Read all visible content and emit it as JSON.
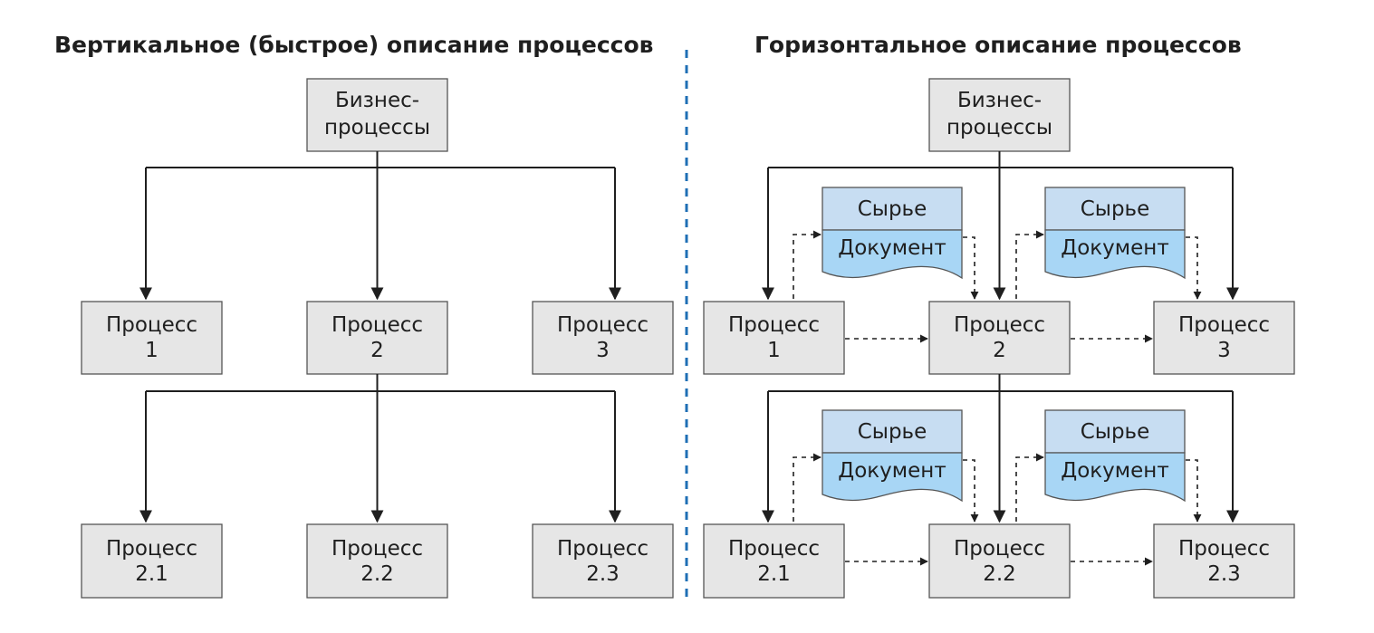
{
  "left": {
    "title": "Вертикальное (быстрое) описание процессов",
    "root": [
      "Бизнес-",
      "процессы"
    ],
    "level1": [
      [
        "Процесс",
        "1"
      ],
      [
        "Процесс",
        "2"
      ],
      [
        "Процесс",
        "3"
      ]
    ],
    "level2": [
      [
        "Процесс",
        "2.1"
      ],
      [
        "Процесс",
        "2.2"
      ],
      [
        "Процесс",
        "2.3"
      ]
    ]
  },
  "right": {
    "title": "Горизонтальное описание процессов",
    "root": [
      "Бизнес-",
      "процессы"
    ],
    "row1": [
      [
        "Процесс",
        "1"
      ],
      [
        "Процесс",
        "2"
      ],
      [
        "Процесс",
        "3"
      ]
    ],
    "row2": [
      [
        "Процесс",
        "2.1"
      ],
      [
        "Процесс",
        "2.2"
      ],
      [
        "Процесс",
        "2.3"
      ]
    ],
    "docs_row1": [
      {
        "top": "Сырье",
        "bottom": "Документ"
      },
      {
        "top": "Сырье",
        "bottom": "Документ"
      }
    ],
    "docs_row2": [
      {
        "top": "Сырье",
        "bottom": "Документ"
      },
      {
        "top": "Сырье",
        "bottom": "Документ"
      }
    ]
  },
  "colors": {
    "divider": "#1f6fb5",
    "box_fill": "#e6e6e6",
    "doc_top_fill": "#c7ddf2",
    "doc_bottom_fill": "#a8d6f5"
  }
}
